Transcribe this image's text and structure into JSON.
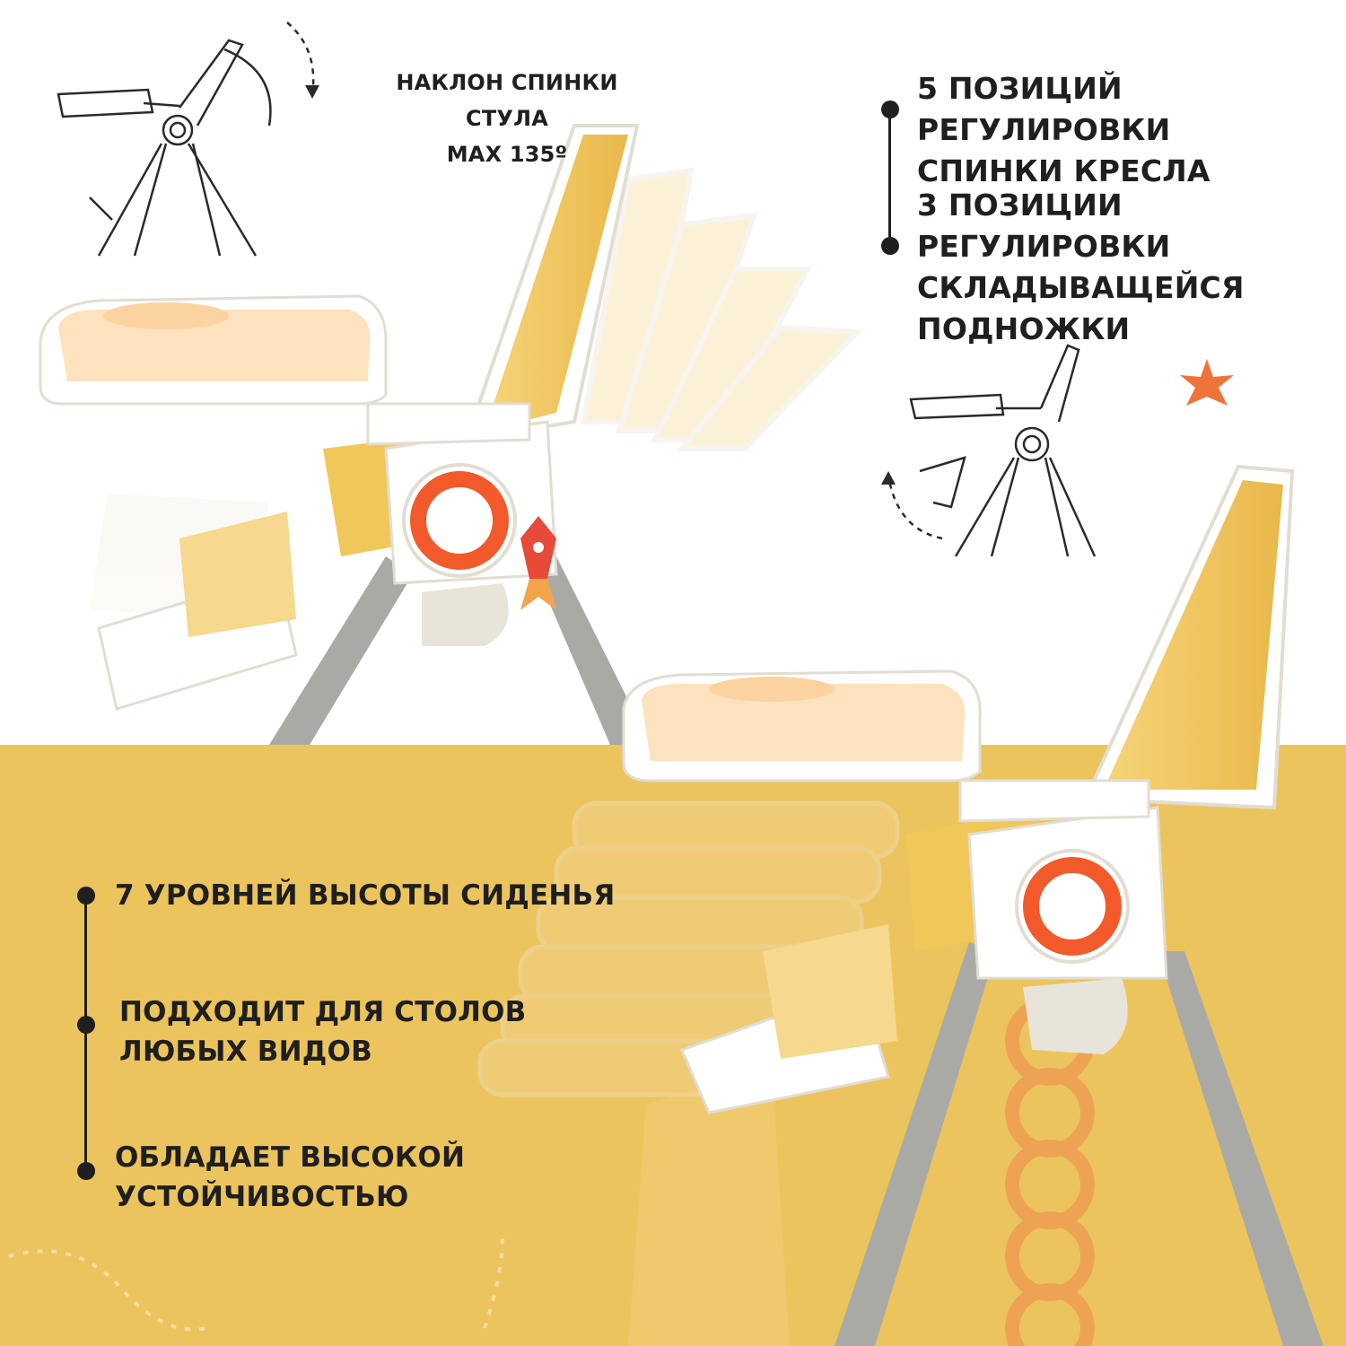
{
  "top_center": {
    "line1": "НАКЛОН СПИНКИ СТУЛА",
    "line2": "MAX 135º"
  },
  "top_right": {
    "item1": [
      "5 ПОЗИЦИЙ РЕГУЛИРОВКИ",
      "СПИНКИ КРЕСЛА"
    ],
    "item2": [
      "3 ПОЗИЦИИ РЕГУЛИРОВКИ",
      "СКЛАДЫВАЩЕЙСЯ",
      "ПОДНОЖКИ"
    ]
  },
  "bottom_left": {
    "item1": "7 УРОВНЕЙ ВЫСОТЫ СИДЕНЬЯ",
    "item2": [
      "ПОДХОДИТ ДЛЯ СТОЛОВ",
      "ЛЮБЫХ ВИДОВ"
    ],
    "item3": [
      "ОБЛАДАЕТ ВЫСОКОЙ",
      "УСТОЙЧИВОСТЬЮ"
    ]
  },
  "colors": {
    "band": "#ecc45d",
    "accent_orange": "#f25a2b",
    "seat_yellow": "#f0c85a",
    "tray_cream": "#fde2bd",
    "frame_grey": "#a9aaa6",
    "text": "#1f1f1f"
  }
}
